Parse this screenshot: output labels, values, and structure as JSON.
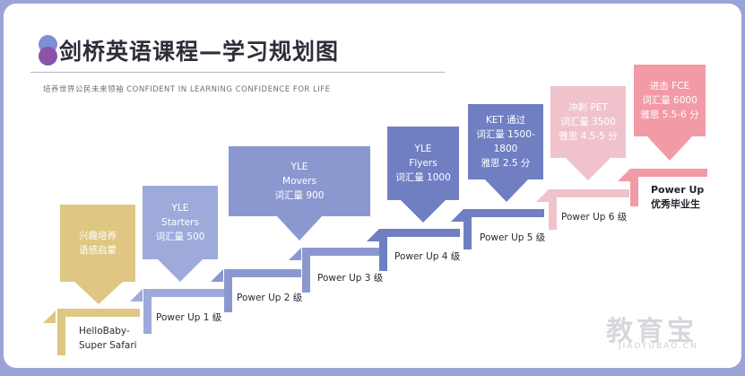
{
  "title": "剑桥英语课程—学习规划图",
  "subtitle": "培养世界公民未来领袖 CONFIDENT IN LEARNING  CONFIDENCE FOR LIFE",
  "watermark": {
    "cn": "教育宝",
    "en": "JIAOYUBAO.CN"
  },
  "colors": {
    "gold": "#dfc682",
    "lavender": "#9eaada",
    "periwinkle": "#8b98d0",
    "indigo": "#6f7fc2",
    "pink": "#f0c3cc",
    "rose": "#f29aa6",
    "dot_blue": "#7f8fd5",
    "dot_purple": "#8a53a8"
  },
  "stages": [
    {
      "box_lines": [
        "兴趣培养",
        "语感启蒙"
      ],
      "stair_label_lines": [
        "HelloBaby-",
        "Super Safari"
      ]
    },
    {
      "box_lines": [
        "YLE",
        "Starters",
        "词汇量 500"
      ],
      "stair_label_lines": [
        "Power Up 1 级"
      ]
    },
    {
      "box_lines": [
        "YLE",
        "Movers",
        "词汇量 900"
      ],
      "stair_label_lines": [
        "Power Up 2 级"
      ]
    },
    {
      "box_lines": [
        "YLE",
        "Flyers",
        "词汇量 1000"
      ],
      "stair_label_lines": [
        "Power Up 3 级"
      ]
    },
    {
      "box_lines": [
        "KET 通过",
        "词汇量 1500-",
        "1800",
        "雅思 2.5 分"
      ],
      "stair_label_lines": [
        "Power Up 4 级"
      ]
    },
    {
      "box_lines": [
        "冲刺 PET",
        "词汇量 3500",
        "雅思 4.5-5 分"
      ],
      "stair_label_lines": [
        "Power Up 5 级"
      ]
    },
    {
      "box_lines": [
        "进击 FCE",
        "词汇量 6000",
        "雅思 5.5-6 分"
      ],
      "stair_label_lines": [
        "Power Up 6 级"
      ]
    }
  ],
  "final_stage": {
    "label_lines": [
      "Power Up",
      "优秀毕业生"
    ]
  }
}
